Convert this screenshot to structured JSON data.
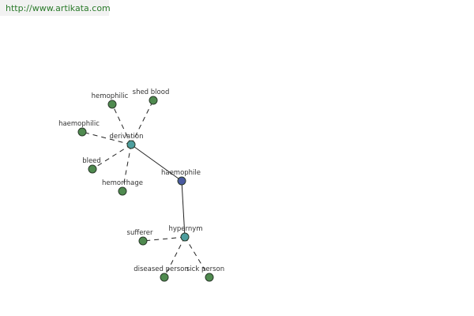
{
  "site": {
    "url": "http://www.artikata.com"
  },
  "graph": {
    "nodes": {
      "root": {
        "label": "haemophile",
        "kind": "root"
      },
      "derivation": {
        "label": "derivation",
        "kind": "relation"
      },
      "hypernym": {
        "label": "hypernym",
        "kind": "relation"
      },
      "hemophilic": {
        "label": "hemophilic",
        "kind": "leaf"
      },
      "shed_blood": {
        "label": "shed blood",
        "kind": "leaf"
      },
      "haemophilic": {
        "label": "haemophilic",
        "kind": "leaf"
      },
      "bleed": {
        "label": "bleed",
        "kind": "leaf"
      },
      "hemorrhage": {
        "label": "hemorrhage",
        "kind": "leaf"
      },
      "sufferer": {
        "label": "sufferer",
        "kind": "leaf"
      },
      "diseased_person": {
        "label": "diseased person",
        "kind": "leaf"
      },
      "sick_person": {
        "label": "sick person",
        "kind": "leaf"
      }
    },
    "edges": [
      {
        "from": "root",
        "to": "derivation",
        "style": "solid"
      },
      {
        "from": "root",
        "to": "hypernym",
        "style": "solid"
      },
      {
        "from": "derivation",
        "to": "hemophilic",
        "style": "dashed"
      },
      {
        "from": "derivation",
        "to": "shed_blood",
        "style": "dashed"
      },
      {
        "from": "derivation",
        "to": "haemophilic",
        "style": "dashed"
      },
      {
        "from": "derivation",
        "to": "bleed",
        "style": "dashed"
      },
      {
        "from": "derivation",
        "to": "hemorrhage",
        "style": "dashed"
      },
      {
        "from": "hypernym",
        "to": "sufferer",
        "style": "dashed"
      },
      {
        "from": "hypernym",
        "to": "diseased_person",
        "style": "dashed"
      },
      {
        "from": "hypernym",
        "to": "sick_person",
        "style": "dashed"
      }
    ]
  }
}
